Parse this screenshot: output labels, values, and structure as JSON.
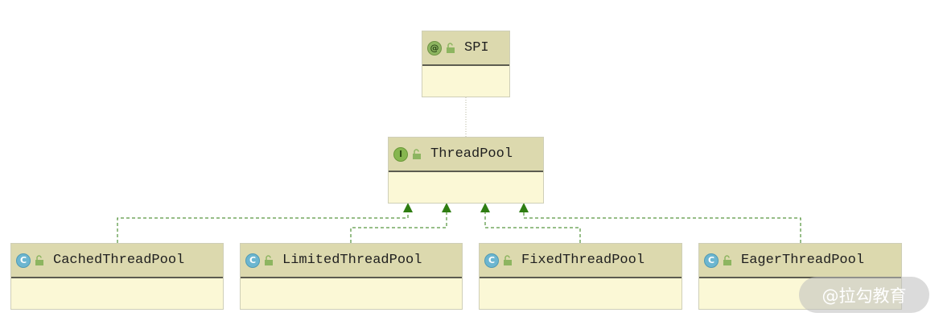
{
  "diagram": {
    "annotation": {
      "name": "SPI",
      "badge": "@"
    },
    "interface": {
      "name": "ThreadPool",
      "badge": "I"
    },
    "classes": [
      {
        "name": "CachedThreadPool",
        "badge": "C"
      },
      {
        "name": "LimitedThreadPool",
        "badge": "C"
      },
      {
        "name": "FixedThreadPool",
        "badge": "C"
      },
      {
        "name": "EagerThreadPool",
        "badge": "C"
      }
    ],
    "edges": [
      {
        "from": "ThreadPool",
        "to": "SPI",
        "type": "annotated-by"
      },
      {
        "from": "CachedThreadPool",
        "to": "ThreadPool",
        "type": "implements"
      },
      {
        "from": "LimitedThreadPool",
        "to": "ThreadPool",
        "type": "implements"
      },
      {
        "from": "FixedThreadPool",
        "to": "ThreadPool",
        "type": "implements"
      },
      {
        "from": "EagerThreadPool",
        "to": "ThreadPool",
        "type": "implements"
      }
    ],
    "colors": {
      "header": "#dcd9ae",
      "body": "#fbf8d6",
      "arrow": "#2f7d12"
    }
  },
  "watermark": "@拉勾教育"
}
